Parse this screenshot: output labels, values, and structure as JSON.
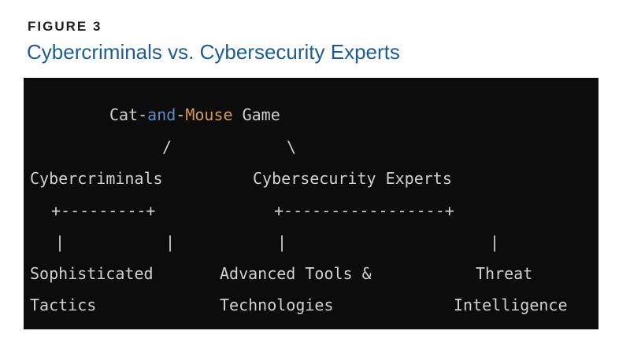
{
  "figure": {
    "label": "FIGURE 3",
    "title": "Cybercriminals vs. Cybersecurity Experts"
  },
  "diagram": {
    "root": {
      "part1": "Cat-",
      "part2": "and",
      "part3": "-",
      "part4": "Mouse",
      "part5": " Game"
    },
    "slash_left": "/",
    "slash_right": "\\",
    "branch_left": "Cybercriminals",
    "branch_right": "Cybersecurity Experts",
    "connector_left": "+---------+",
    "connector_right": "+-----------------+",
    "pipe": "|",
    "leaves": {
      "sophisticated_line1": "Sophisticated",
      "sophisticated_line2": "Tactics",
      "advanced_line1": "Advanced Tools &",
      "advanced_line2": "Technologies",
      "threat_line1": "Threat",
      "threat_line2": "Intelligence"
    },
    "colors": {
      "background": "#0c0c0c",
      "text": "#d0d0d0",
      "accent_and": "#5b8fc9",
      "accent_mouse": "#d49a57",
      "title": "#1d5c96"
    }
  }
}
